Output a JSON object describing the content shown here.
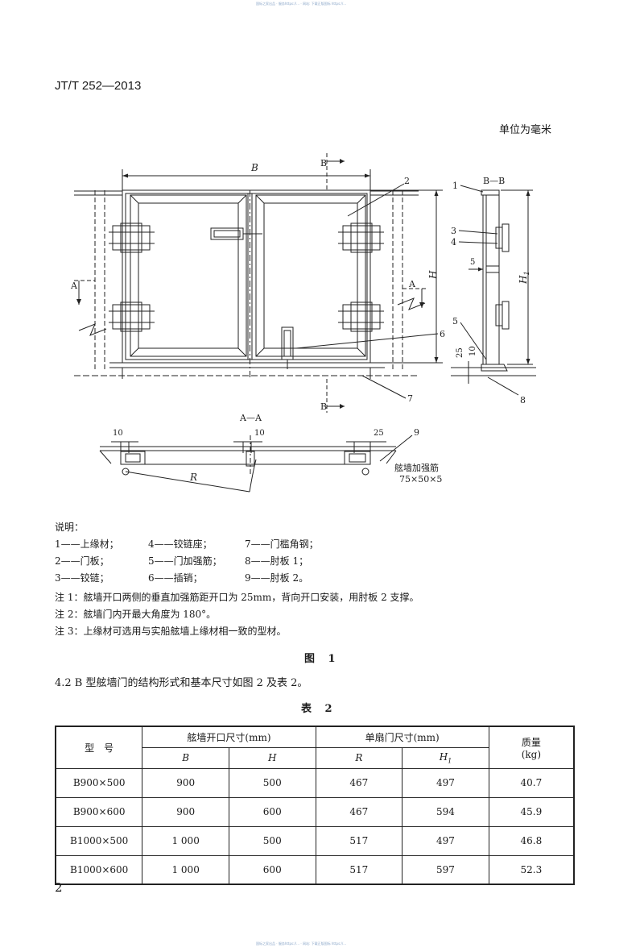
{
  "watermark_top": "国标之家出品 · 服务https://… · 网站: 下载正版国标 https://…",
  "watermark_bottom": "国标之家出品 · 服务https://… · 网站: 下载正版国标 https://…",
  "header": {
    "standard_code": "JT/T 252—2013"
  },
  "units_note": "单位为毫米",
  "drawing": {
    "labels": {
      "B": "B",
      "B_section_top": "B",
      "B_section_bottom": "B",
      "H": "H",
      "H1": "H",
      "H1_sub": "1",
      "A_left": "A",
      "A_mid": "A",
      "section_BB": "B—B",
      "section_AA": "A—A",
      "R": "R",
      "dim_10a": "10",
      "dim_10b": "10",
      "dim_25a": "25",
      "dim_25b": "25",
      "dim_10c": "10",
      "dim_5": "5",
      "n1": "1",
      "n2": "2",
      "n3": "3",
      "n4": "4",
      "n5": "5",
      "n6": "6",
      "n7": "7",
      "n8": "8",
      "n9": "9",
      "stiffener_name": "舷墙加强筋",
      "stiffener_size": "75×50×5"
    }
  },
  "legend": {
    "title": "说明：",
    "rows": [
      [
        "1——上缘材；",
        "4——铰链座；",
        "7——门槛角钢；"
      ],
      [
        "2——门板；",
        "5——门加强筋；",
        "8——肘板 1；"
      ],
      [
        "3——铰链；",
        "6——插销；",
        "9——肘板 2。"
      ]
    ]
  },
  "notes": [
    "注 1：舷墙开口两侧的垂直加强筋距开口为 25mm，背向开口安装，用肘板 2 支撑。",
    "注 2：舷墙门内开最大角度为 180°。",
    "注 3：上缘材可选用与实船舷墙上缘材相一致的型材。"
  ],
  "figure_caption": "图 1",
  "clause": "4.2  B 型舷墙门的结构形式和基本尺寸如图 2 及表 2。",
  "table_caption": "表 2",
  "table": {
    "col_model": "型　号",
    "col_opening": "舷墙开口尺寸(mm)",
    "col_door": "单扇门尺寸(mm)",
    "col_mass": "质量",
    "col_mass_unit": "(kg)",
    "sub_B": "B",
    "sub_H": "H",
    "sub_R": "R",
    "sub_H1": "H",
    "sub_H1_sub": "1",
    "rows": [
      {
        "model": "B900×500",
        "B": "900",
        "H": "500",
        "R": "467",
        "H1": "497",
        "mass": "40.7"
      },
      {
        "model": "B900×600",
        "B": "900",
        "H": "600",
        "R": "467",
        "H1": "594",
        "mass": "45.9"
      },
      {
        "model": "B1000×500",
        "B": "1 000",
        "H": "500",
        "R": "517",
        "H1": "497",
        "mass": "46.8"
      },
      {
        "model": "B1000×600",
        "B": "1 000",
        "H": "600",
        "R": "517",
        "H1": "597",
        "mass": "52.3"
      }
    ]
  },
  "page_number": "2"
}
